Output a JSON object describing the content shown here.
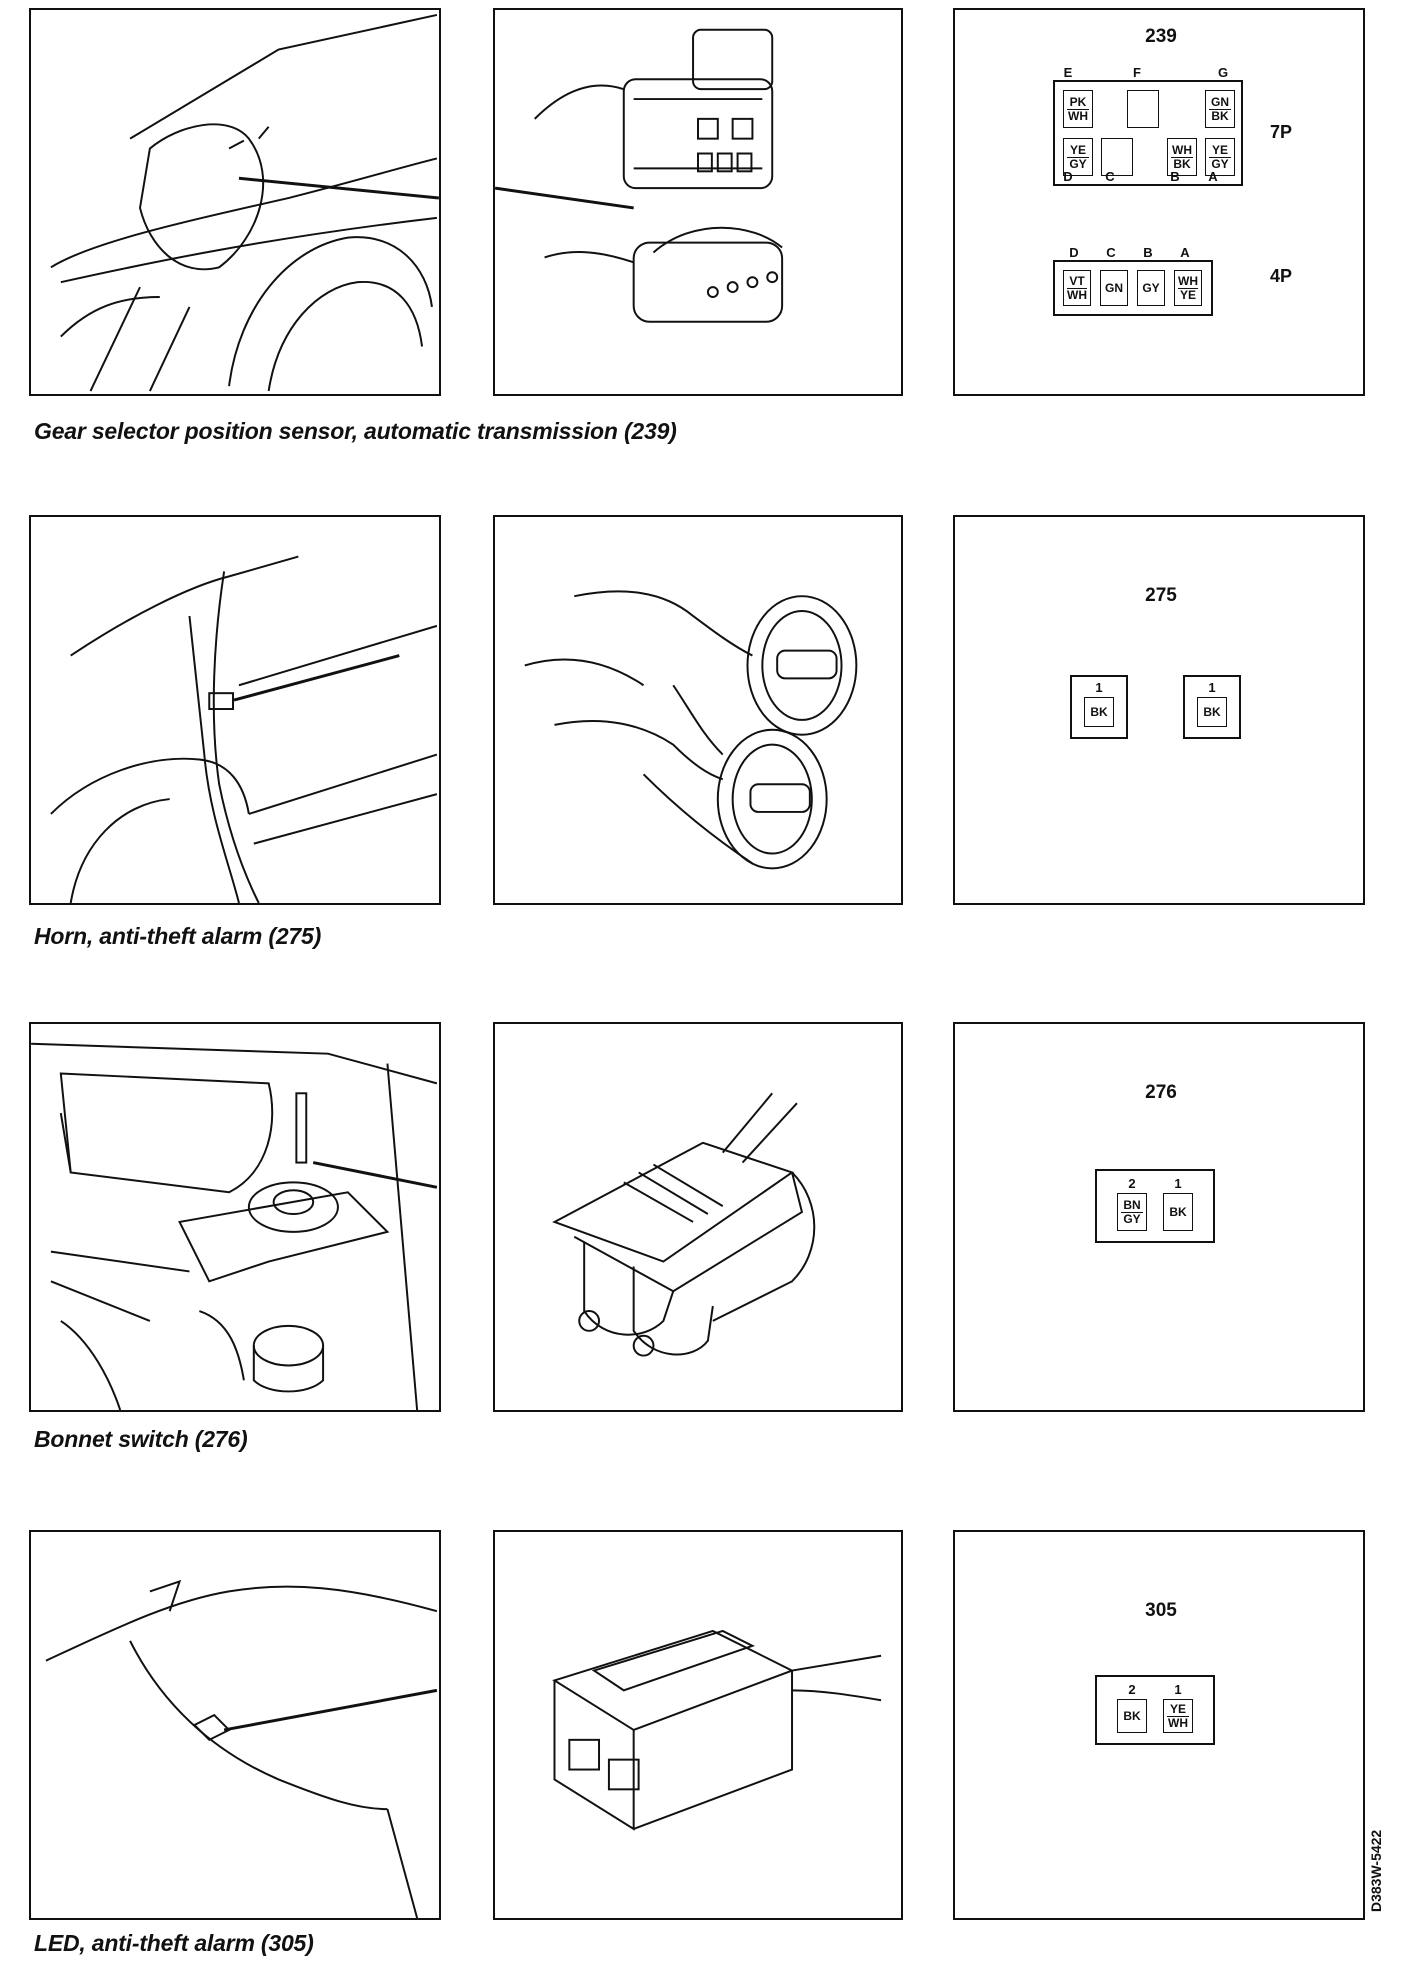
{
  "sections": [
    {
      "caption": "Gear selector position sensor, automatic transmission (239)",
      "ref": "239",
      "connector_7p": {
        "size": "7P",
        "top_labels": [
          "E",
          "F",
          "G"
        ],
        "bottom_labels": [
          "D",
          "C",
          "B",
          "A"
        ],
        "cavities": {
          "E": [
            "PK",
            "WH"
          ],
          "F": [],
          "G": [
            "GN",
            "BK"
          ],
          "D": [
            "YE",
            "GY"
          ],
          "C": [],
          "B": [
            "WH",
            "BK"
          ],
          "A": [
            "YE",
            "GY"
          ]
        }
      },
      "connector_4p": {
        "size": "4P",
        "labels": [
          "D",
          "C",
          "B",
          "A"
        ],
        "cavities": {
          "D": [
            "VT",
            "WH"
          ],
          "C": [
            "GN"
          ],
          "B": [
            "GY"
          ],
          "A": [
            "WH",
            "YE"
          ]
        }
      }
    },
    {
      "caption": "Horn, anti-theft alarm (275)",
      "ref": "275",
      "connectors": [
        {
          "pin": "1",
          "wire": "BK"
        },
        {
          "pin": "1",
          "wire": "BK"
        }
      ]
    },
    {
      "caption": "Bonnet switch (276)",
      "ref": "276",
      "pins": [
        {
          "pin": "2",
          "wire": [
            "BN",
            "GY"
          ]
        },
        {
          "pin": "1",
          "wire": [
            "BK"
          ]
        }
      ]
    },
    {
      "caption": "LED, anti-theft alarm (305)",
      "ref": "305",
      "pins": [
        {
          "pin": "2",
          "wire": [
            "BK"
          ]
        },
        {
          "pin": "1",
          "wire": [
            "YE",
            "WH"
          ]
        }
      ]
    }
  ],
  "figure_ref": "D383W-5422"
}
